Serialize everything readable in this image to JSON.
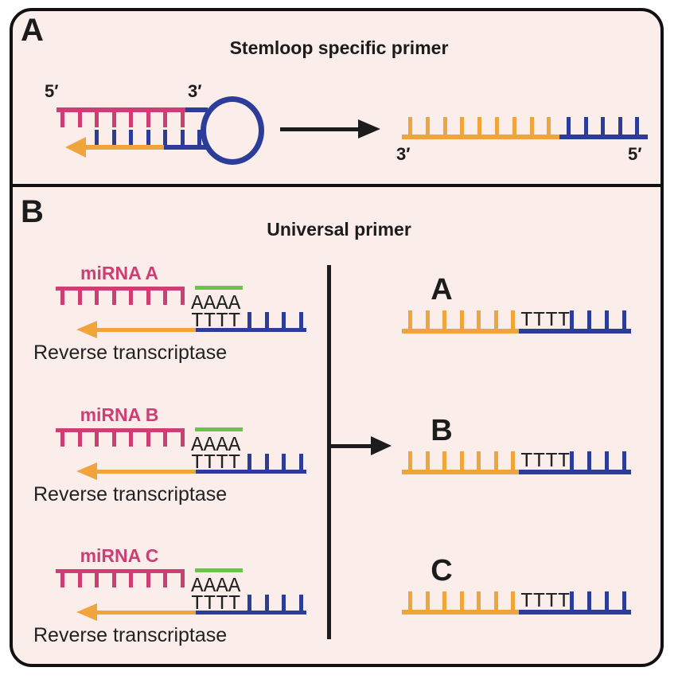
{
  "colors": {
    "background": "#FAEDEA",
    "frame_border": "#111111",
    "black": "#1C1C1C",
    "text": "#222222",
    "pink": "#CE3D73",
    "blue": "#2B3C99",
    "orange": "#F0A43C",
    "green": "#6EC04F"
  },
  "panel_a": {
    "label": "A",
    "title": "Stemloop specific primer",
    "stemloop": {
      "five_prime": "5′",
      "three_prime": "3′"
    },
    "product": {
      "three_prime": "3′",
      "five_prime": "5′"
    }
  },
  "panel_b": {
    "label": "B",
    "title": "Universal primer",
    "groups": [
      {
        "name": "miRNA A",
        "poly_a": "AAAA",
        "poly_t": "TTTT",
        "enzyme": "Reverse transcriptase"
      },
      {
        "name": "miRNA B",
        "poly_a": "AAAA",
        "poly_t": "TTTT",
        "enzyme": "Reverse transcriptase"
      },
      {
        "name": "miRNA C",
        "poly_a": "AAAA",
        "poly_t": "TTTT",
        "enzyme": "Reverse transcriptase"
      }
    ],
    "products": [
      {
        "label": "A",
        "poly_t": "TTTT"
      },
      {
        "label": "B",
        "poly_t": "TTTT"
      },
      {
        "label": "C",
        "poly_t": "TTTT"
      }
    ]
  }
}
